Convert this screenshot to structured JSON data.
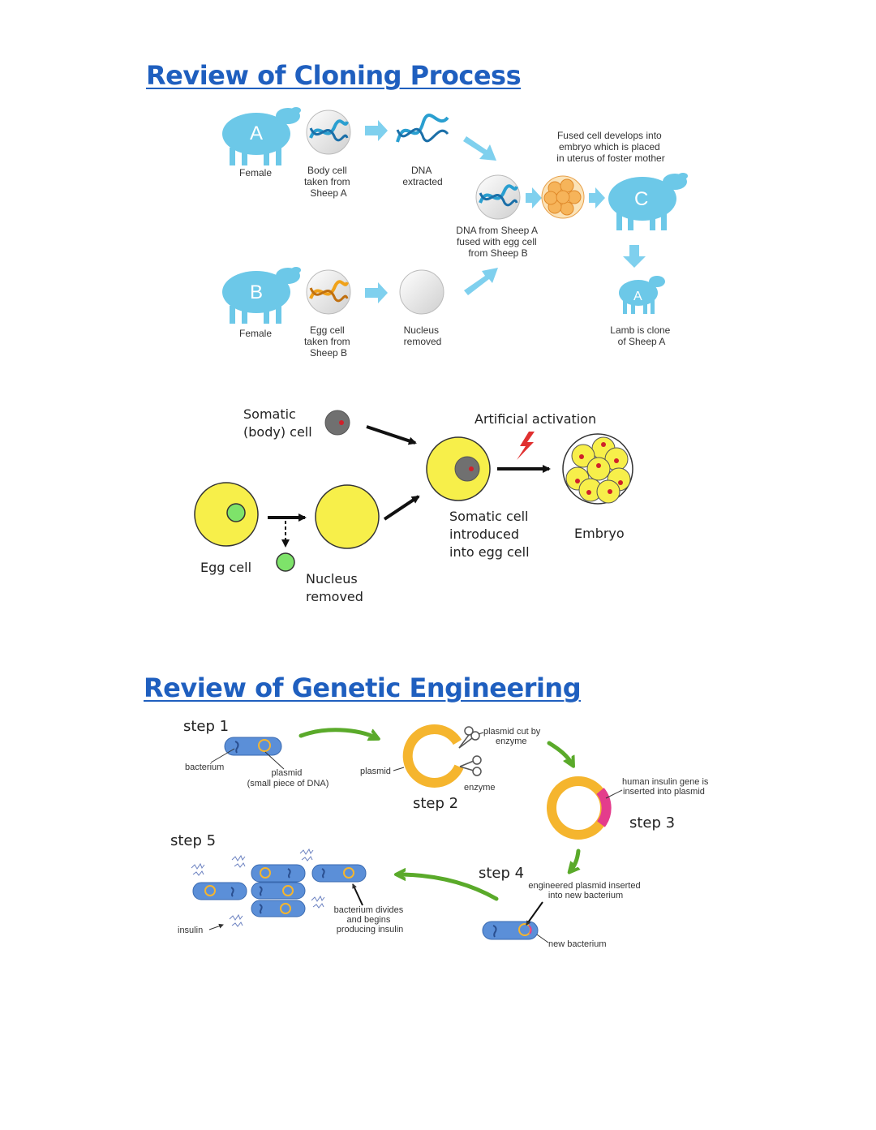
{
  "headings": {
    "cloning": "Review of Cloning Process",
    "genetic": "Review of Genetic Engineering"
  },
  "sheep_diagram": {
    "sheep_a_letter": "A",
    "sheep_b_letter": "B",
    "sheep_c_letter": "C",
    "lamb_letter": "A",
    "female_a": "Female",
    "female_b": "Female",
    "body_cell": [
      "Body cell",
      "taken from",
      "Sheep A"
    ],
    "dna_extracted": [
      "DNA",
      "extracted"
    ],
    "egg_cell": [
      "Egg cell",
      "taken from",
      "Sheep B"
    ],
    "nucleus_removed": [
      "Nucleus",
      "removed"
    ],
    "fused": [
      "DNA from Sheep A",
      "fused with egg cell",
      "from Sheep B"
    ],
    "embryo_note": [
      "Fused cell develops into",
      "embryo which is placed",
      "in uterus of foster mother"
    ],
    "lamb": [
      "Lamb is clone",
      "of Sheep A"
    ]
  },
  "cell_diagram": {
    "somatic": [
      "Somatic",
      "(body) cell"
    ],
    "artificial": "Artificial activation",
    "egg_cell": "Egg cell",
    "nucleus_removed": [
      "Nucleus",
      "removed"
    ],
    "introduced": [
      "Somatic cell",
      "introduced",
      "into egg cell"
    ],
    "embryo": "Embryo"
  },
  "genetic_diagram": {
    "step1": "step 1",
    "step2": "step 2",
    "step3": "step 3",
    "step4": "step 4",
    "step5": "step 5",
    "bacterium": "bacterium",
    "plasmid_label": [
      "plasmid",
      "(small piece of DNA)"
    ],
    "plasmid": "plasmid",
    "plasmid_cut": [
      "plasmid cut by",
      "enzyme"
    ],
    "enzyme": "enzyme",
    "insulin_gene": [
      "human insulin gene is",
      "inserted into plasmid"
    ],
    "engineered": [
      "engineered plasmid inserted",
      "into new bacterium"
    ],
    "new_bacterium": "new bacterium",
    "divides": [
      "bacterium divides",
      "and begins",
      "producing insulin"
    ],
    "insulin": "insulin"
  },
  "colors": {
    "heading": "#1f5fbf",
    "sheep": "#6cc8e8",
    "arrow_light": "#7fd0ee",
    "cell_yellow": "#f7ef4a",
    "nucleus_green": "#7ee36a",
    "plasmid_orange": "#f5b52e",
    "insulin_gene": "#e43c8c",
    "bacterium_blue": "#5b8fd8",
    "green_arrow": "#5aaa2a"
  }
}
